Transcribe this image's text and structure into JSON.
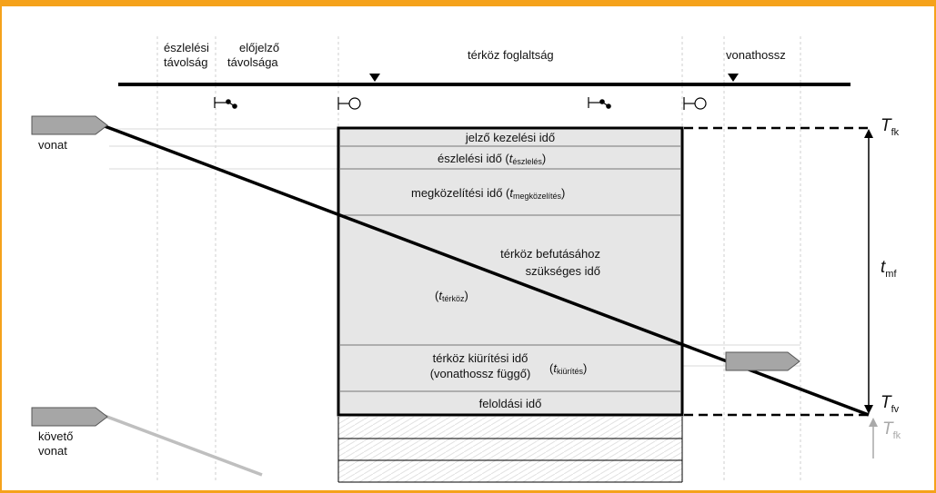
{
  "colors": {
    "frame": "#f5a21b",
    "block_fill": "#e6e6e6",
    "train": "#a6a6a6",
    "follow_line": "#bfbfbf",
    "label_gray": "#a9a9a9"
  },
  "header": {
    "detection_distance": [
      "észlelési",
      "távolság"
    ],
    "distant_signal_distance": [
      "előjelző",
      "távolsága"
    ],
    "block_occupancy": "térköz foglaltság",
    "train_length": "vonathossz"
  },
  "trains": {
    "lead": "vonat",
    "following": [
      "követő",
      "vonat"
    ]
  },
  "phases": {
    "signal_handling": "jelző kezelési idő",
    "detection": {
      "text": "észlelési idő (",
      "t": "t",
      "sub": "észlelés",
      "close": ")"
    },
    "approach": {
      "text": "megközelítési idő (",
      "t": "t",
      "sub": "megközelítés",
      "close": ")"
    },
    "block_run": {
      "line1": "térköz befutásához",
      "line2": "szükséges idő",
      "open": "(",
      "t": "t",
      "sub": "térköz",
      "close": ")"
    },
    "clearing": {
      "line1": "térköz kiürítési idő",
      "line2": "(vonathossz függő)",
      "open": "(",
      "t": "t",
      "sub": "kiürítés",
      "close": ")"
    },
    "release": "feloldási idő"
  },
  "time_labels": {
    "tfk": {
      "main": "T",
      "sub": "fk"
    },
    "tmf": {
      "main": "t",
      "sub": "mf"
    },
    "tfv": {
      "main": "T",
      "sub": "fv"
    },
    "tfk_next": {
      "main": "T",
      "sub": "fk"
    }
  }
}
